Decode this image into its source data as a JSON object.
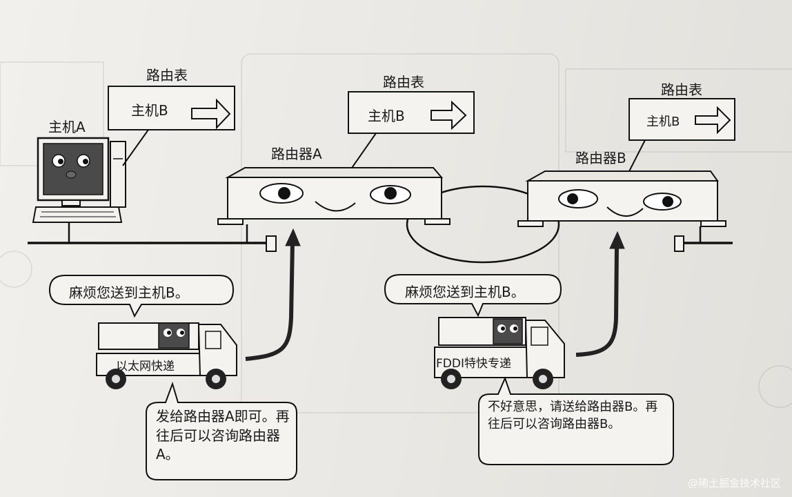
{
  "diagram": {
    "host_a": {
      "label": "主机A"
    },
    "routing_tables": [
      {
        "title": "路由表",
        "entry": "主机B"
      },
      {
        "title": "路由表",
        "entry": "主机B"
      },
      {
        "title": "路由表",
        "entry": "主机B"
      }
    ],
    "routers": [
      {
        "label": "路由器A"
      },
      {
        "label": "路由器B"
      }
    ],
    "trucks": [
      {
        "request": "麻烦您送到主机B。",
        "company": "以太网快递",
        "reply": "发给路由器A即可。再往后可以咨询路由器A。"
      },
      {
        "request": "麻烦您送到主机B。",
        "company": "FDDI特快专递",
        "reply": "不好意思，请送给路由器B。再往后可以咨询路由器B。"
      }
    ]
  },
  "watermark": "@稀土掘金技术社区",
  "colors": {
    "line": "#111111",
    "router_fill": "#f4f3ef",
    "arrow_fill": "#f3f2ee"
  }
}
